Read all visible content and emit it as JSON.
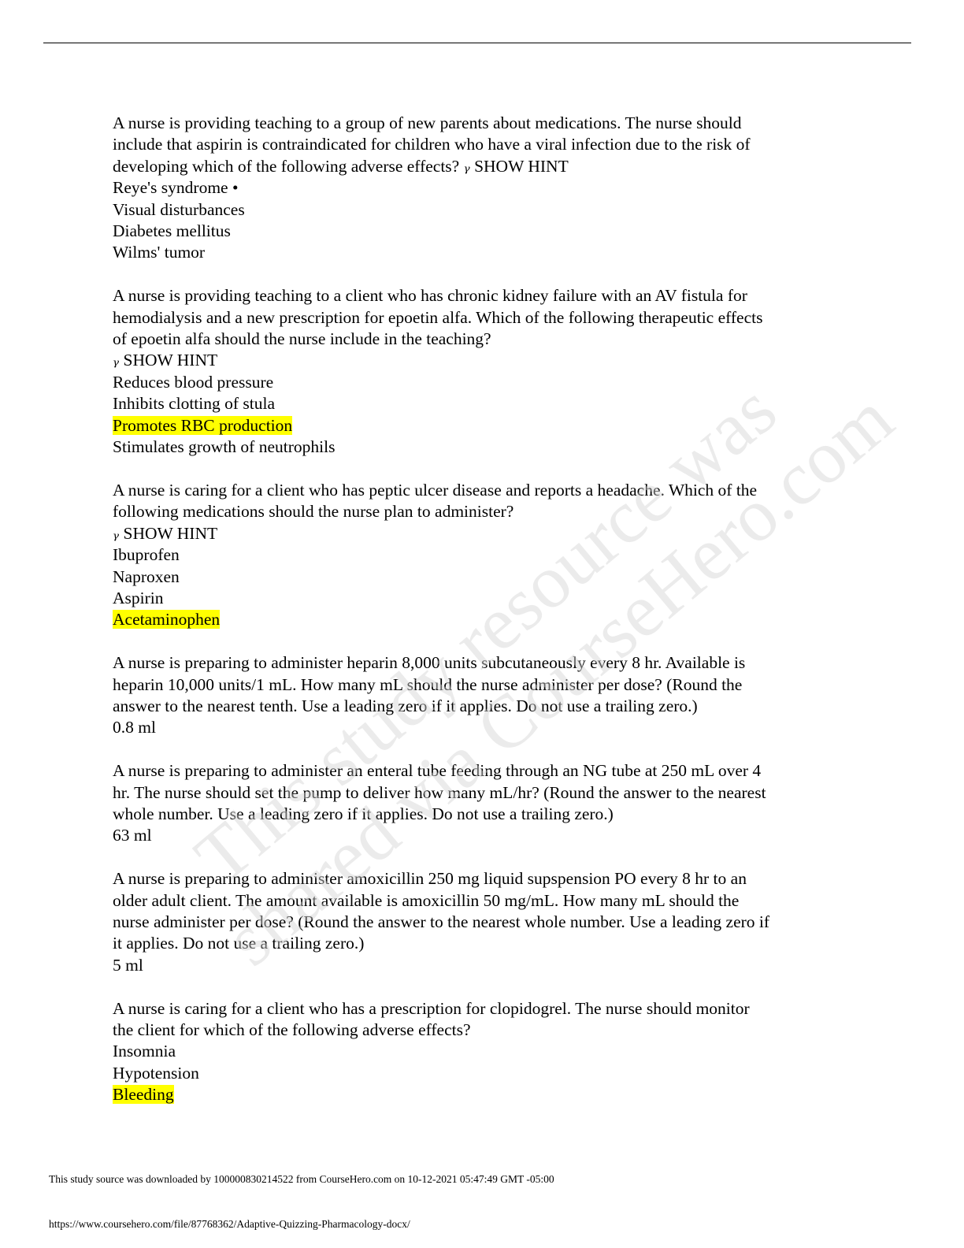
{
  "watermark": {
    "line1": "This study resource was",
    "line2": "shared via CourseHero.com"
  },
  "questions": [
    {
      "lines": [
        "A nurse is providing teaching to a group of new parents about medications. The nurse should",
        "include that aspirin is contraindicated for children who have a viral infection due to the risk of",
        "developing which of the following adverse effects? "
      ],
      "hint_inline": true,
      "hint_glyph": "ᵧ",
      "hint_text": " SHOW HINT",
      "options": [
        {
          "text": "Reye's syndrome •",
          "highlighted": false
        },
        {
          "text": "Visual disturbances",
          "highlighted": false
        },
        {
          "text": "Diabetes mellitus",
          "highlighted": false
        },
        {
          "text": "Wilms' tumor",
          "highlighted": false
        }
      ]
    },
    {
      "lines": [
        "A nurse is providing teaching to a client who has chronic kidney failure with an AV fistula for",
        "hemodialysis and a new prescription for epoetin alfa. Which of the following therapeutic effects",
        "of epoetin alfa should the nurse include in the teaching?"
      ],
      "hint_inline": false,
      "hint_glyph": "ᵧ",
      "hint_text": " SHOW HINT",
      "options": [
        {
          "text": "Reduces blood pressure",
          "highlighted": false
        },
        {
          "text": "Inhibits clotting of stula",
          "highlighted": false
        },
        {
          "text": "Promotes RBC production",
          "highlighted": true
        },
        {
          "text": "Stimulates growth of neutrophils",
          "highlighted": false
        }
      ]
    },
    {
      "lines": [
        "A nurse is caring for a client who has peptic ulcer disease and reports a headache. Which of the",
        "following medications should the nurse plan to administer?"
      ],
      "hint_inline": false,
      "hint_glyph": "ᵧ",
      "hint_text": " SHOW HINT",
      "options": [
        {
          "text": "Ibuprofen",
          "highlighted": false
        },
        {
          "text": "Naproxen",
          "highlighted": false
        },
        {
          "text": "Aspirin",
          "highlighted": false
        },
        {
          "text": "Acetaminophen",
          "highlighted": true
        }
      ]
    },
    {
      "lines": [
        "A nurse is preparing to administer heparin 8,000 units subcutaneously every 8 hr. Available is",
        "heparin 10,000 units/1 mL. How many mL should the nurse administer per dose? (Round the",
        "answer to the nearest tenth. Use a leading zero if it applies. Do not use a trailing zero.)"
      ],
      "answer": "0.8 ml"
    },
    {
      "lines": [
        "A nurse is preparing to administer an enteral tube feeding through an NG tube at 250 mL over 4",
        "hr. The nurse should set the pump to deliver how many mL/hr? (Round the answer to the nearest",
        "whole number. Use a leading zero if it applies. Do not use a trailing zero.)"
      ],
      "answer": "63 ml"
    },
    {
      "lines": [
        "A nurse is preparing to administer amoxicillin 250 mg liquid supspension PO every 8 hr to an",
        "older adult client. The amount available is amoxicillin 50 mg/mL. How many mL should the",
        "nurse administer per dose? (Round the answer to the nearest whole number. Use a leading zero if",
        "it applies. Do not use a trailing zero.)"
      ],
      "answer": "5 ml"
    },
    {
      "lines": [
        "A nurse is caring for a client who has a prescription for clopidogrel. The nurse should monitor",
        "the client for which of the following adverse effects?"
      ],
      "options": [
        {
          "text": "Insomnia",
          "highlighted": false
        },
        {
          "text": "Hypotension",
          "highlighted": false
        },
        {
          "text": "Bleeding",
          "highlighted": true
        }
      ]
    }
  ],
  "footer": {
    "download_text": "This study source was downloaded by 100000830214522 from CourseHero.com on 10-12-2021 05:47:49 GMT -05:00",
    "url": "https://www.coursehero.com/file/87768362/Adaptive-Quizzing-Pharmacology-docx/"
  }
}
